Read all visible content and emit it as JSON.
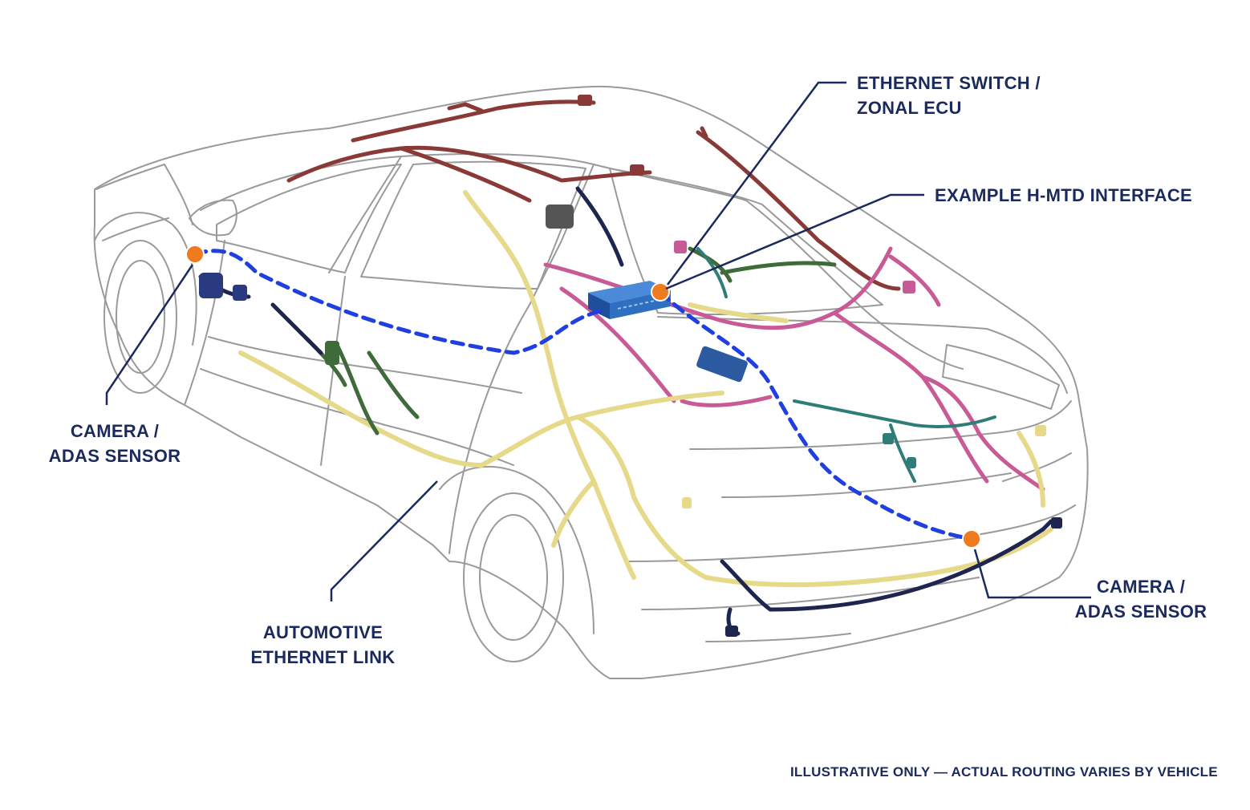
{
  "labels": {
    "switch": [
      "ETHERNET SWITCH /",
      "ZONAL ECU"
    ],
    "interface": "EXAMPLE H-MTD INTERFACE",
    "camera_front": [
      "CAMERA /",
      "ADAS SENSOR"
    ],
    "camera_rear": [
      "CAMERA /",
      "ADAS SENSOR"
    ],
    "link": [
      "AUTOMOTIVE",
      "ETHERNET LINK"
    ]
  },
  "footnote": "ILLUSTRATIVE ONLY — ACTUAL ROUTING VARIES BY VEHICLE",
  "colors": {
    "label_text": "#1b2a5e",
    "leader_line": "#1b2a5e",
    "ethernet_link": "#1f3fe0",
    "sensor_node": "#f07b1e",
    "ecu_box": "#2e6fc0",
    "car_outline": "#9a9a9a",
    "harness_yellow": "#e6d98a",
    "harness_pink": "#c85a96",
    "harness_brown": "#8a3a36",
    "harness_green": "#3f6a3a",
    "harness_navy": "#1e2650",
    "harness_teal": "#2f7c78"
  }
}
